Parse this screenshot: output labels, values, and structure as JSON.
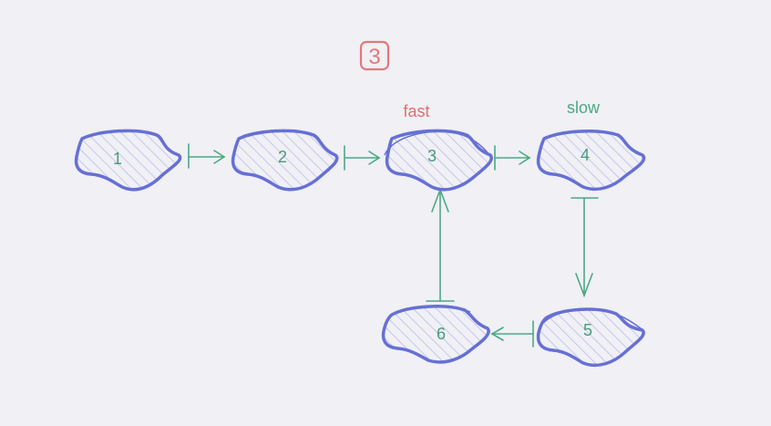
{
  "step_badge": {
    "label": "3",
    "color": "#e07a7a"
  },
  "nodes": [
    {
      "id": "1",
      "label": "1"
    },
    {
      "id": "2",
      "label": "2"
    },
    {
      "id": "3",
      "label": "3"
    },
    {
      "id": "4",
      "label": "4"
    },
    {
      "id": "5",
      "label": "5"
    },
    {
      "id": "6",
      "label": "6"
    }
  ],
  "edges": [
    {
      "from": "1",
      "to": "2"
    },
    {
      "from": "2",
      "to": "3"
    },
    {
      "from": "3",
      "to": "4"
    },
    {
      "from": "4",
      "to": "5"
    },
    {
      "from": "5",
      "to": "6"
    },
    {
      "from": "6",
      "to": "3"
    }
  ],
  "pointers": {
    "fast": {
      "label": "fast",
      "node": "3",
      "color": "#e07070"
    },
    "slow": {
      "label": "slow",
      "node": "4",
      "color": "#4aa982"
    }
  },
  "colors": {
    "node_stroke": "#6670d4",
    "node_hatch": "#b3b5ee",
    "node_text": "#4a9a7a",
    "arrow": "#4aa982",
    "background": "#f0f0f5"
  }
}
